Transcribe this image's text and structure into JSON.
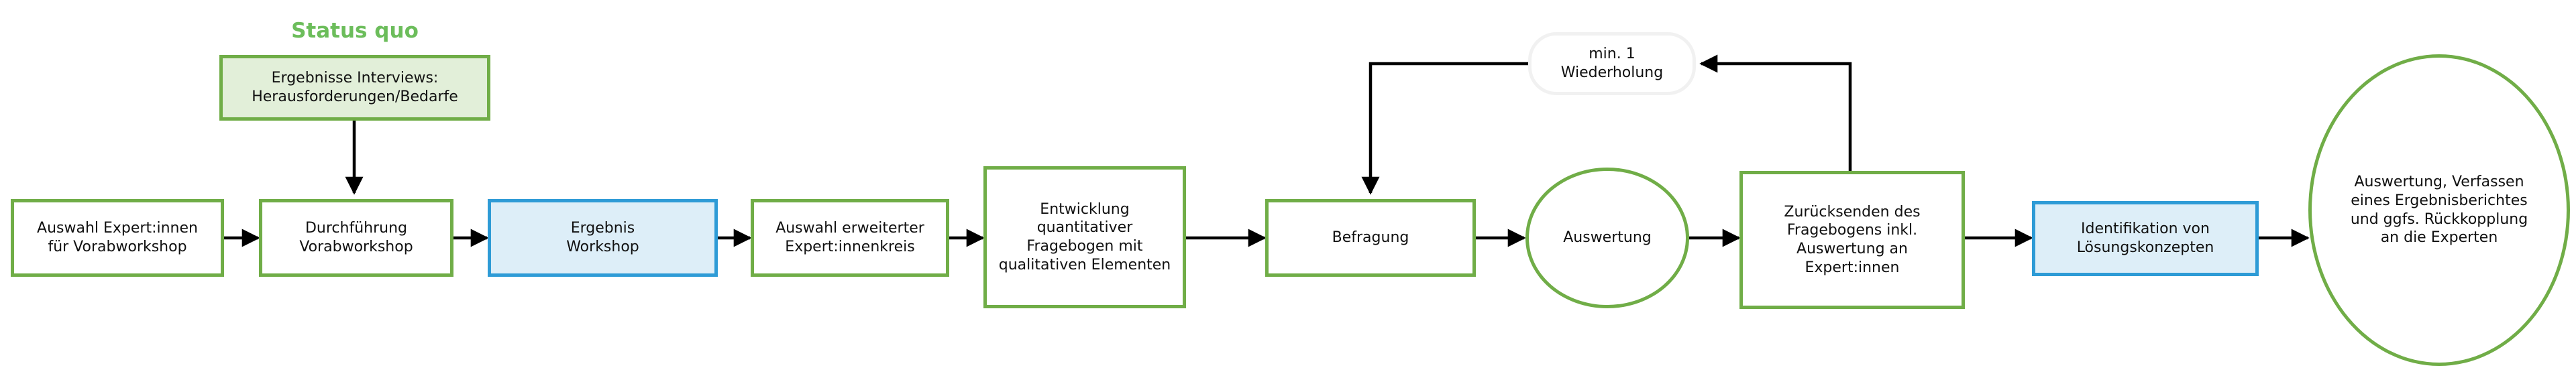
{
  "diagram": {
    "title_label": "Status quo",
    "colors": {
      "green_stroke": "#70ad47",
      "green_fill": "#e2efd9",
      "green_title": "#6cbd5b",
      "blue_stroke": "#2e9bd6",
      "blue_fill": "#ddeef8",
      "note_stroke": "#f1f1f1",
      "edge": "#000000",
      "background": "#ffffff",
      "text": "#111111"
    },
    "nodes": [
      {
        "id": "ergebnisse-interviews",
        "label": "Ergebnisse Interviews:\nHerausforderungen/Bedarfe",
        "shape": "rectangle",
        "style": "green-filled"
      },
      {
        "id": "auswahl-expertinnen",
        "label": "Auswahl Expert:innen\nfür Vorabworkshop",
        "shape": "rectangle",
        "style": "green"
      },
      {
        "id": "durchfuehrung-vorabworkshop",
        "label": "Durchführung\nVorabworkshop",
        "shape": "rectangle",
        "style": "green"
      },
      {
        "id": "ergebnis-workshop",
        "label": "Ergebnis\nWorkshop",
        "shape": "rectangle",
        "style": "blue"
      },
      {
        "id": "auswahl-erweiterter-kreis",
        "label": "Auswahl erweiterter\nExpert:innenkreis",
        "shape": "rectangle",
        "style": "green"
      },
      {
        "id": "entwicklung-fragebogen",
        "label": "Entwicklung\nquantitativer\nFragebogen mit\nqualitativen Elementen",
        "shape": "rectangle",
        "style": "green"
      },
      {
        "id": "befragung",
        "label": "Befragung",
        "shape": "rectangle",
        "style": "green"
      },
      {
        "id": "auswertung",
        "label": "Auswertung",
        "shape": "circle",
        "style": "green"
      },
      {
        "id": "zuruecksenden",
        "label": "Zurücksenden des\nFragebogens inkl.\nAuswertung an\nExpert:innen",
        "shape": "rectangle",
        "style": "green"
      },
      {
        "id": "identifikation-loesungskonzepte",
        "label": "Identifikation von\nLösungskonzepten",
        "shape": "rectangle",
        "style": "blue"
      },
      {
        "id": "auswertung-ergebnisbericht",
        "label": "Auswertung, Verfassen\neines Ergebnisberichtes\nund ggfs. Rückkopplung\nan die Experten",
        "shape": "circle",
        "style": "green"
      },
      {
        "id": "wiederholung-note",
        "label": "min. 1\nWiederholung",
        "shape": "rounded-rectangle",
        "style": "note"
      }
    ],
    "edges": [
      {
        "from": "ergebnisse-interviews",
        "to": "durchfuehrung-vorabworkshop",
        "direction": "down"
      },
      {
        "from": "auswahl-expertinnen",
        "to": "durchfuehrung-vorabworkshop",
        "direction": "right"
      },
      {
        "from": "durchfuehrung-vorabworkshop",
        "to": "ergebnis-workshop",
        "direction": "right"
      },
      {
        "from": "ergebnis-workshop",
        "to": "auswahl-erweiterter-kreis",
        "direction": "right"
      },
      {
        "from": "auswahl-erweiterter-kreis",
        "to": "entwicklung-fragebogen",
        "direction": "right"
      },
      {
        "from": "entwicklung-fragebogen",
        "to": "befragung",
        "direction": "right"
      },
      {
        "from": "befragung",
        "to": "auswertung",
        "direction": "right"
      },
      {
        "from": "auswertung",
        "to": "zuruecksenden",
        "direction": "right"
      },
      {
        "from": "zuruecksenden",
        "to": "identifikation-loesungskonzepte",
        "direction": "right"
      },
      {
        "from": "identifikation-loesungskonzepte",
        "to": "auswertung-ergebnisbericht",
        "direction": "right"
      },
      {
        "from": "zuruecksenden",
        "to": "wiederholung-note",
        "direction": "loop-up-left"
      },
      {
        "from": "wiederholung-note",
        "to": "befragung",
        "direction": "loop-left-down"
      }
    ]
  }
}
